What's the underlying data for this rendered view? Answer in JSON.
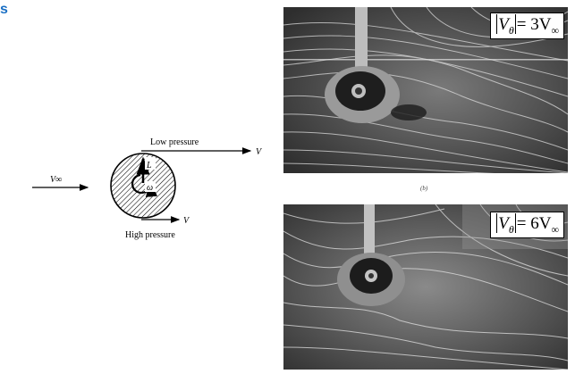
{
  "corner_mark": "s",
  "diagram": {
    "free_stream_label": "V∞",
    "low_pressure_label": "Low pressure",
    "high_pressure_label": "High pressure",
    "top_velocity_label": "V",
    "bottom_velocity_label": "V",
    "lift_label": "L",
    "rotation_label": "ω"
  },
  "photo_top": {
    "eq_lhs": "V",
    "eq_sub": "θ",
    "eq_rhs": "= 3V",
    "eq_inf": "∞",
    "caption": "(b)"
  },
  "photo_bottom": {
    "eq_lhs": "V",
    "eq_sub": "θ",
    "eq_rhs": "= 6V",
    "eq_inf": "∞"
  },
  "colors": {
    "photo_dark": "#2b2b2b",
    "photo_mid": "#6e6e6e",
    "streak": "#d8d8d8",
    "accent_blue": "#1a6fc4"
  }
}
